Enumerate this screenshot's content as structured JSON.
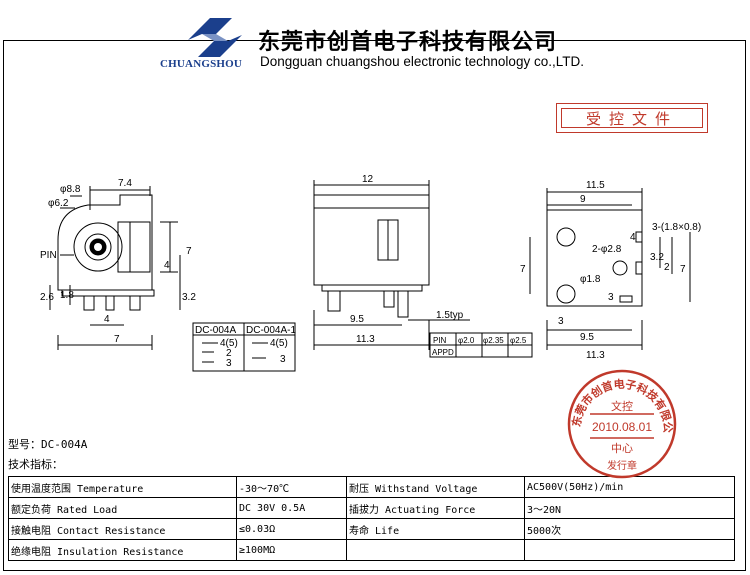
{
  "header": {
    "logo_text": "CHUANGSHOU",
    "company_cn": "东莞市创首电子科技有限公司",
    "company_en": "Dongguan chuangshou electronic technology co.,LTD."
  },
  "controlled_label": "受控文件",
  "drawing": {
    "left_view": {
      "d1": "φ8.8",
      "d2": "φ6.2",
      "width": "7.4",
      "pin_label": "PIN",
      "h7": "7",
      "h4": "4",
      "h26": "2.6",
      "h18": "1.8",
      "h32": "3.2",
      "w4": "4",
      "w7": "7"
    },
    "front_view": {
      "w12": "12",
      "w95": "9.5",
      "w113": "11.3",
      "typ": "1.5typ"
    },
    "right_view": {
      "w115": "11.5",
      "w9": "9",
      "hole": "3-(1.8×0.8)",
      "v4": "4",
      "d28": "2-φ2.8",
      "d18": "φ1.8",
      "v7": "7",
      "v32": "3.2",
      "v2": "2",
      "v7r": "7",
      "v3": "3",
      "w3": "3",
      "w95": "9.5",
      "w113": "11.3"
    },
    "schematic": {
      "a": "DC-004A",
      "b": "DC-004A-1",
      "n45": "4(5)",
      "n2": "2",
      "n3": "3"
    },
    "pin_table": {
      "pin": "PIN",
      "appd": "APPD",
      "p1": "φ2.0",
      "p2": "φ2.35",
      "p3": "φ2.5"
    }
  },
  "model_line": "型号：DC-004A",
  "tech_heading": "技术指标：",
  "spec_rows": [
    [
      "使用温度范围 Temperature",
      "-30～70℃",
      "耐压 Withstand Voltage",
      "AC500V(50Hz)/min"
    ],
    [
      "额定负荷 Rated Load",
      "DC 30V 0.5A",
      "插拔力 Actuating Force",
      "3～20N"
    ],
    [
      "接触电阻 Contact Resistance",
      "≤0.03Ω",
      "寿命 Life",
      "5000次"
    ],
    [
      "绝缘电阻 Insulation Resistance",
      "≥100MΩ",
      "",
      ""
    ]
  ],
  "stamp": {
    "ring": "东莞市创首电子科技有限公司",
    "top": "文控",
    "date": "2010.08.01",
    "center": "中心",
    "bottom": "发行章"
  },
  "colors": {
    "red": "#c0392b",
    "blue": "#1b3f8c"
  }
}
